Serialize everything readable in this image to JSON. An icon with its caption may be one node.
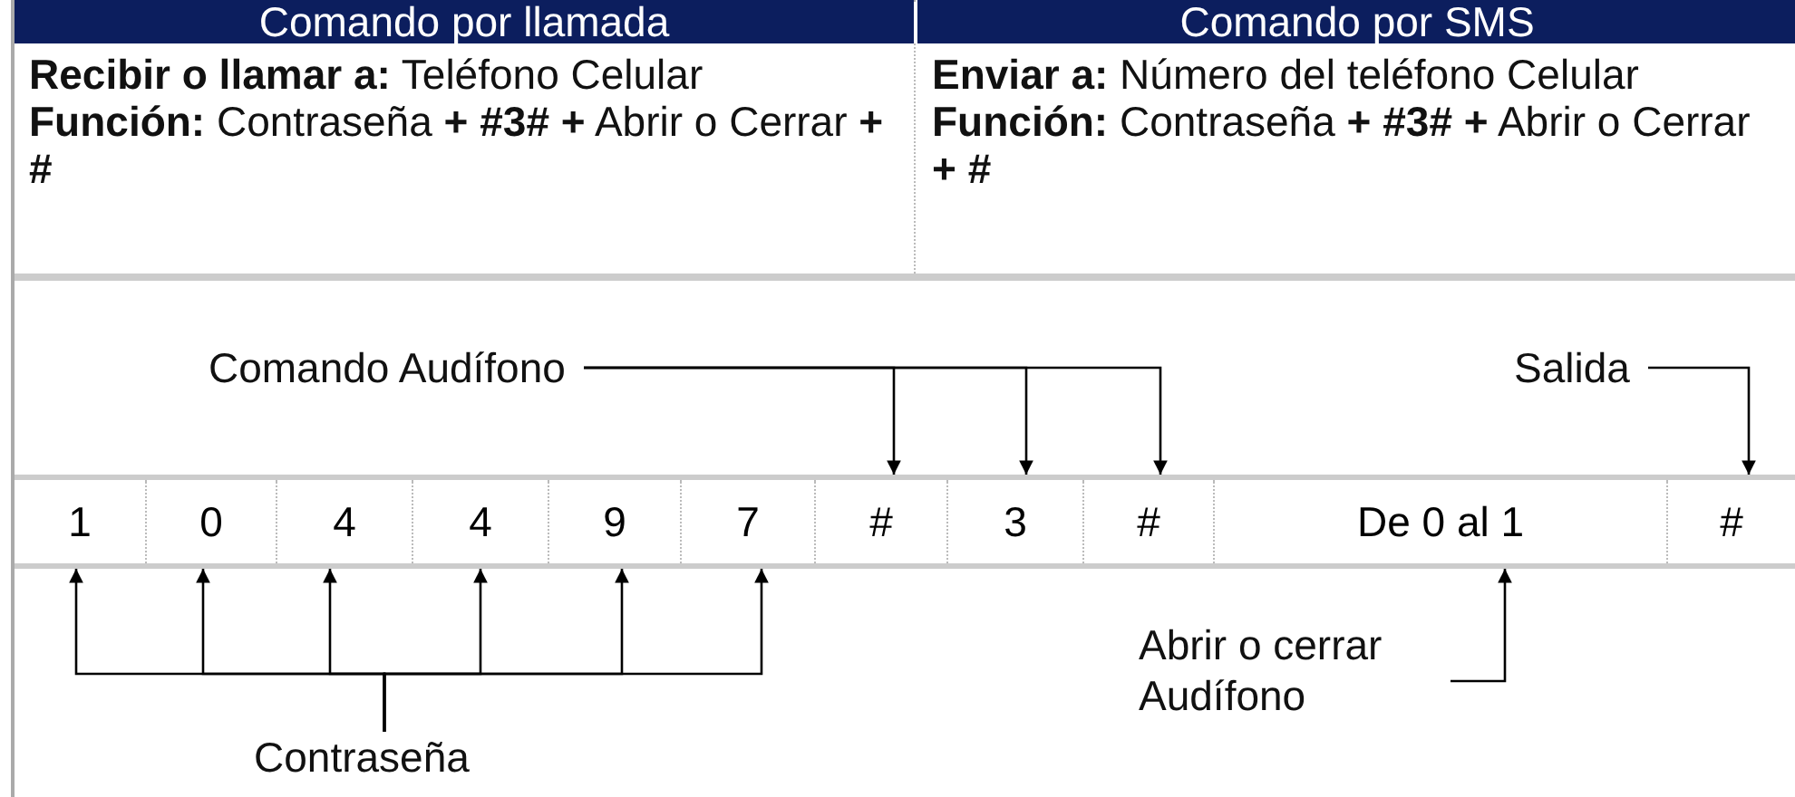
{
  "diagram": {
    "nodes": [
      {
        "text": [
          "Comando Audífono"
        ]
      },
      {
        "text": [
          "Salida"
        ]
      },
      {
        "text": [
          "Abrir o cerrar Audífono"
        ]
      },
      {
        "text": [
          "Contraseña"
        ]
      },
      {
        "text": [
          "1"
        ]
      },
      {
        "text": [
          "0"
        ]
      },
      {
        "text": [
          "4"
        ]
      },
      {
        "text": [
          "4"
        ]
      },
      {
        "text": [
          "9"
        ]
      },
      {
        "text": [
          "7"
        ]
      },
      {
        "text": [
          "#"
        ]
      },
      {
        "text": [
          "3"
        ]
      },
      {
        "text": [
          "#"
        ]
      },
      {
        "text": [
          "De 0 al 1"
        ]
      },
      {
        "text": [
          "#"
        ]
      }
    ],
    "edges": [
      {
        "from": 0,
        "to": 10,
        "arrow": "to"
      },
      {
        "from": 0,
        "to": 11,
        "arrow": "to"
      },
      {
        "from": 0,
        "to": 12,
        "arrow": "to"
      },
      {
        "from": 1,
        "to": 14,
        "arrow": "to"
      },
      {
        "from": 2,
        "to": 13,
        "arrow": "to"
      },
      {
        "from": 3,
        "to": 4,
        "arrow": "to"
      },
      {
        "from": 3,
        "to": 5,
        "arrow": "to"
      },
      {
        "from": 3,
        "to": 6,
        "arrow": "to"
      },
      {
        "from": 3,
        "to": 7,
        "arrow": "to"
      },
      {
        "from": 3,
        "to": 8,
        "arrow": "to"
      },
      {
        "from": 3,
        "to": 9,
        "arrow": "to"
      }
    ],
    "labels": [
      "Comando por llamada",
      "Comando por SMS",
      "**Recibir o llamar a:** Teléfono Celular",
      "**Enviar a:** Número del teléfono Celular",
      "**Función:** Contraseña **+ #3# +** Abrir o Cerrar **+ #**",
      "**Función:** Contraseña **+ #3# +** Abrir o Cerrar **+ #**"
    ]
  }
}
